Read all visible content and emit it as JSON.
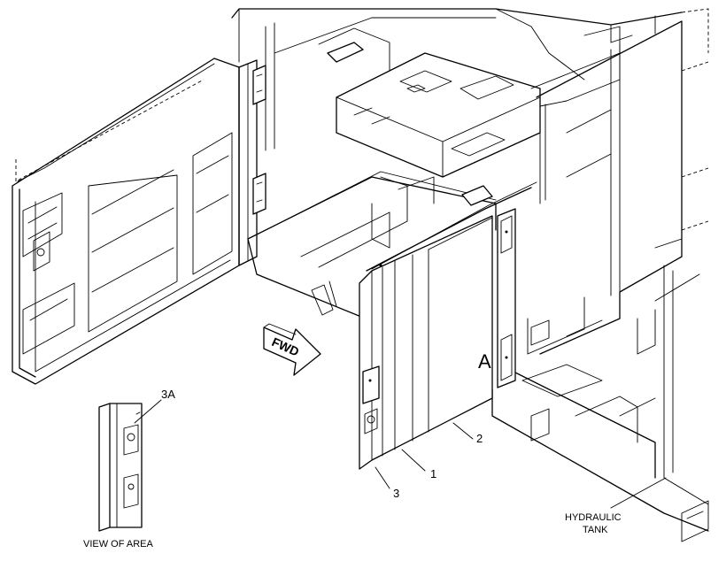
{
  "callouts": {
    "c1": "1",
    "c2": "2",
    "c3": "3",
    "c3a": "3A",
    "view_a": "A"
  },
  "arrow": {
    "label": "FWD"
  },
  "notes": {
    "view_of_area": "VIEW OF AREA",
    "hydraulic_line1": "HYDRAULIC",
    "hydraulic_line2": "TANK"
  }
}
